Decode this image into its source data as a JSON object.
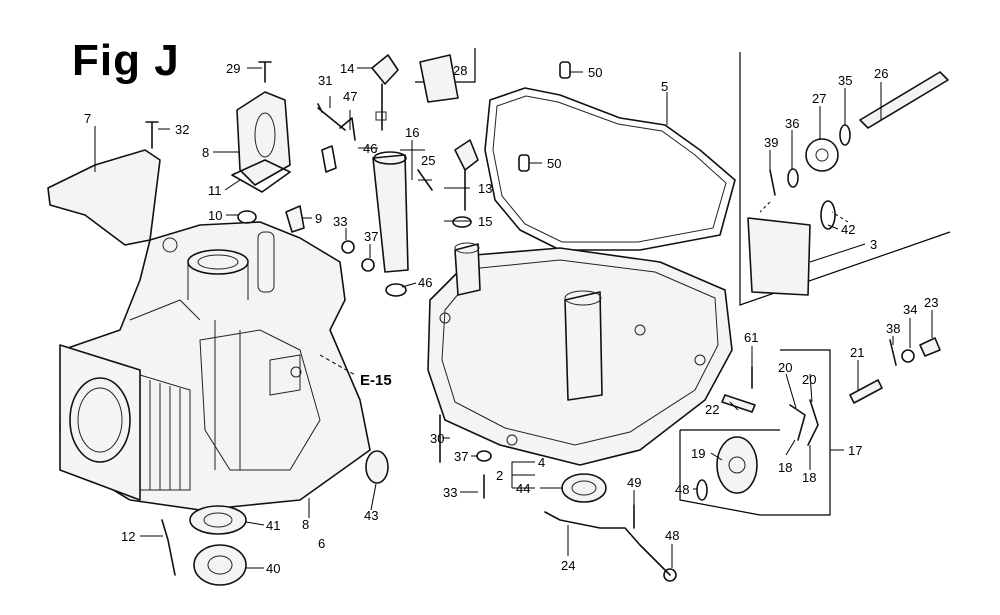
{
  "figure": {
    "title": "Fig J",
    "reference": "E-15"
  },
  "callouts": {
    "n2": "2",
    "n3": "3",
    "n4": "4",
    "n5": "5",
    "n6": "6",
    "n7": "7",
    "n8": "8",
    "n8b": "8",
    "n9": "9",
    "n10": "10",
    "n11": "11",
    "n12": "12",
    "n13": "13",
    "n14": "14",
    "n15": "15",
    "n16": "16",
    "n17": "17",
    "n18a": "18",
    "n18b": "18",
    "n19": "19",
    "n20a": "20",
    "n20b": "20",
    "n21": "21",
    "n22": "22",
    "n23": "23",
    "n24": "24",
    "n25": "25",
    "n26": "26",
    "n27": "27",
    "n28": "28",
    "n29": "29",
    "n30": "30",
    "n31": "31",
    "n32": "32",
    "n33a": "33",
    "n33b": "33",
    "n34": "34",
    "n35": "35",
    "n36": "36",
    "n37a": "37",
    "n37b": "37",
    "n38": "38",
    "n39": "39",
    "n40": "40",
    "n41": "41",
    "n42": "42",
    "n43": "43",
    "n44": "44",
    "n46a": "46",
    "n46b": "46",
    "n47": "47",
    "n48a": "48",
    "n48b": "48",
    "n49": "49",
    "n50a": "50",
    "n50b": "50",
    "n61": "61"
  }
}
